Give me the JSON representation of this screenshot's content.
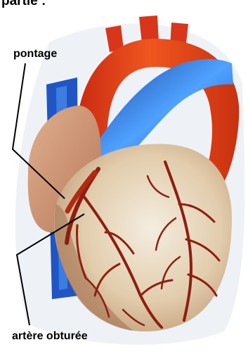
{
  "header": {
    "text": "partie :"
  },
  "labels": {
    "bypass": "pontage",
    "blocked_artery": "artère obturée"
  },
  "colors": {
    "heart_tissue": "#dcc7a6",
    "heart_shade": "#b9886a",
    "aorta": "#e5361b",
    "vena_cava": "#1e5fcf",
    "vessels": "#8b1c0e",
    "leader_lines": "#000000"
  }
}
